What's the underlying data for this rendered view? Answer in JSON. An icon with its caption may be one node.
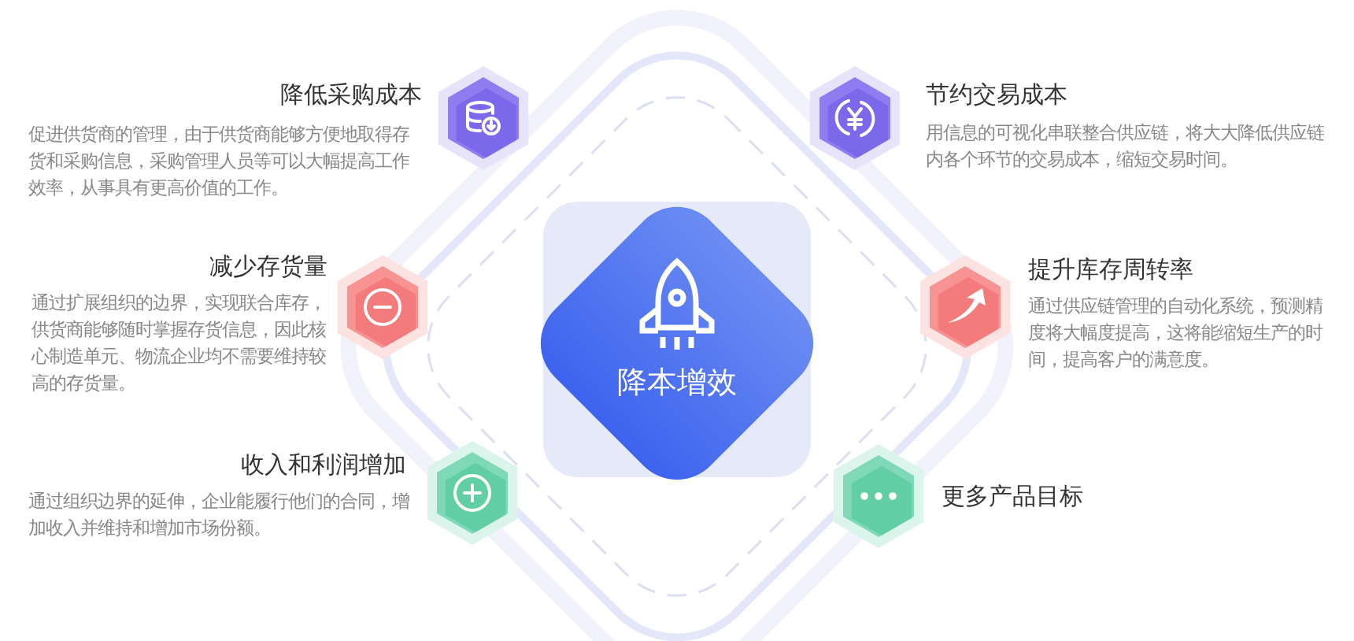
{
  "diagram": {
    "nodes": [
      {
        "text": [
          "降本增效"
        ]
      },
      {
        "text": [
          "降低采购成本",
          "促进供货商的管理，由于供货商能够方便地取得存货和采购信息，采购管理人员等可以大幅提高工作效率，从事具有更高价值的工作。"
        ]
      },
      {
        "text": [
          "节约交易成本",
          "用信息的可视化串联整合供应链，将大大降低供应链内各个环节的交易成本，缩短交易时间。"
        ]
      },
      {
        "text": [
          "减少存货量",
          "通过扩展组织的边界，实现联合库存，供货商能够随时掌握存货信息，因此核心制造单元、物流企业均不需要维持较高的存货量。"
        ]
      },
      {
        "text": [
          "提升库存周转率",
          "通过供应链管理的自动化系统，预测精度将大幅度提高，这将能缩短生产的时间，提高客户的满意度。"
        ]
      },
      {
        "text": [
          "收入和利润增加",
          "通过组织边界的延伸，企业能履行他们的合同，增加收入并维持和增加市场份额。"
        ]
      },
      {
        "text": [
          "更多产品目标"
        ]
      }
    ]
  }
}
